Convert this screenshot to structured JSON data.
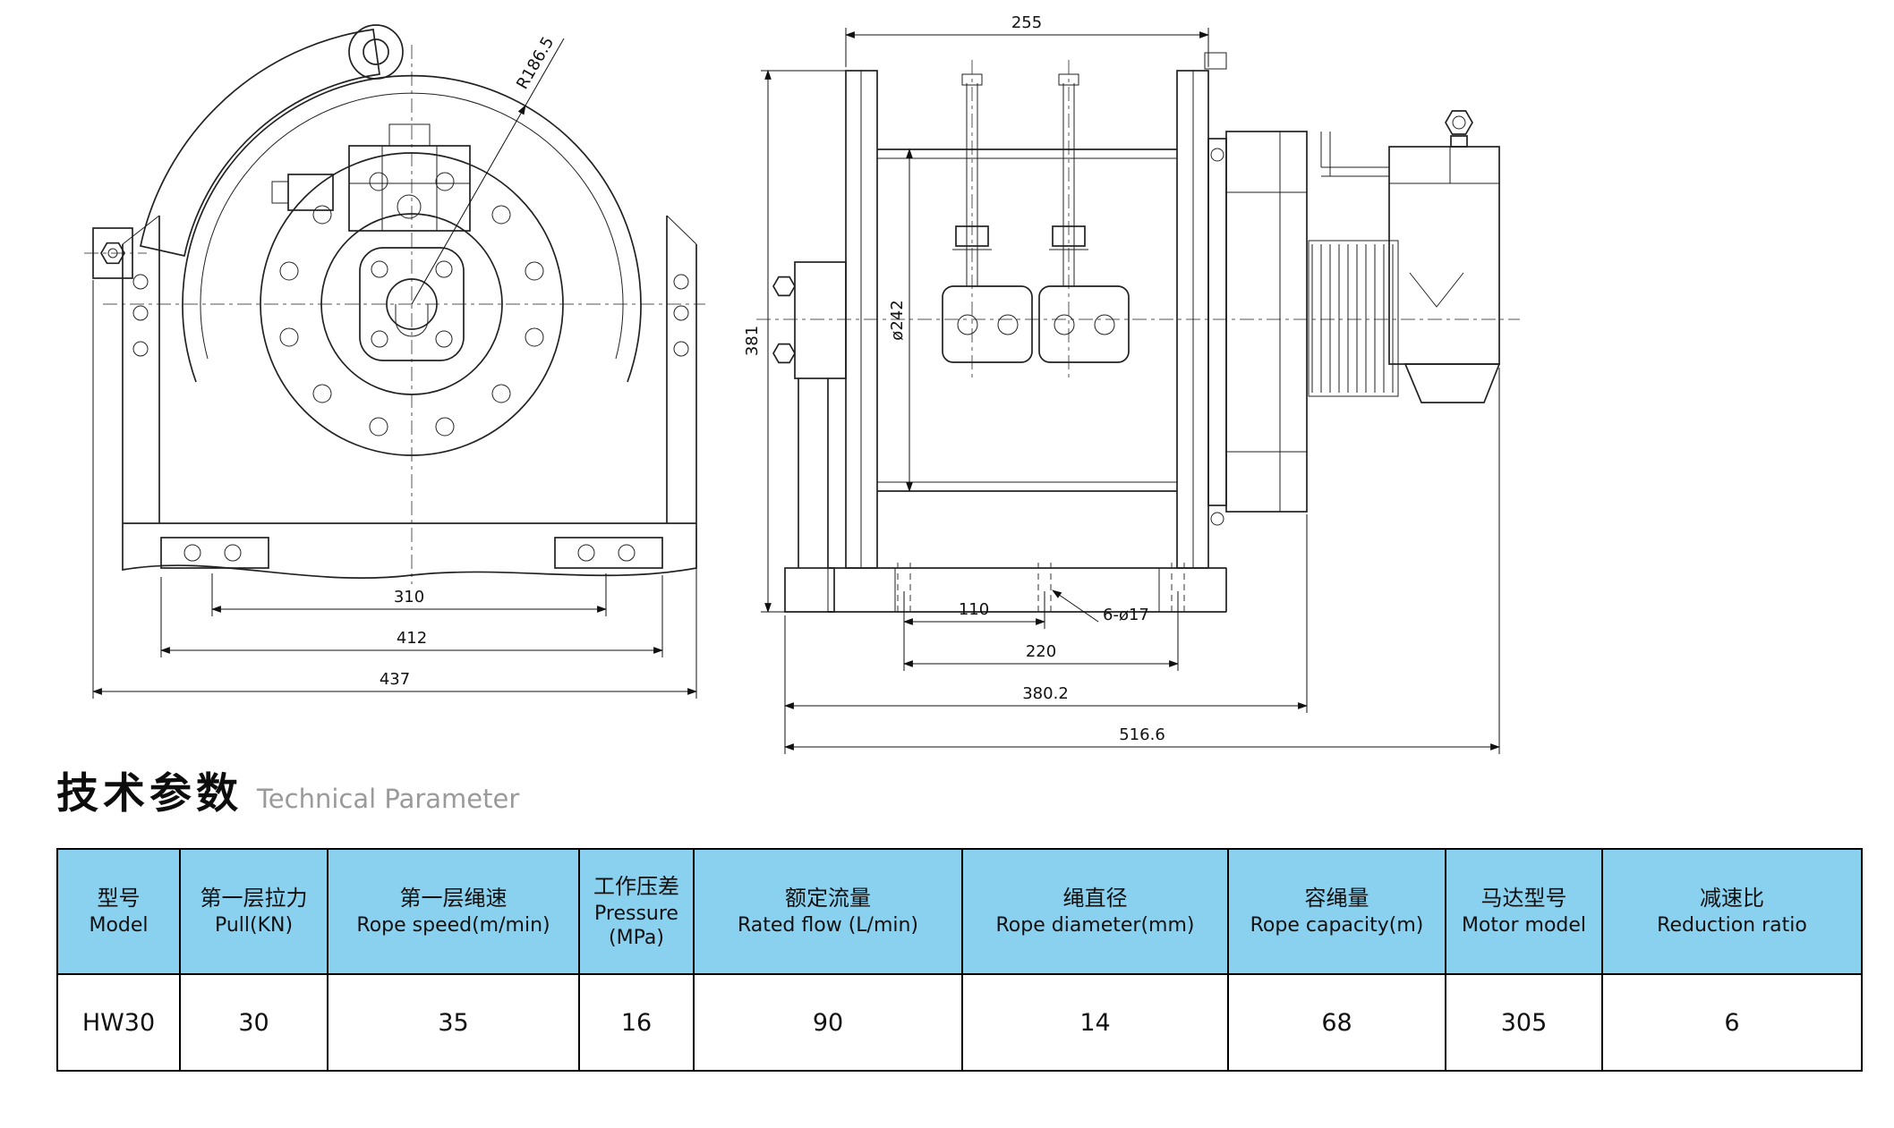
{
  "section_title": {
    "cn": "技术参数",
    "en": "Technical Parameter"
  },
  "drawing": {
    "front_view": {
      "radius": "R186.5",
      "feet_span": "310",
      "base_span": "412",
      "overall_width": "437"
    },
    "side_view": {
      "drum_width": "255",
      "overall_height": "381",
      "barrel_diameter": "ø242",
      "hole_pitch": "110",
      "hole_span": "220",
      "mount_holes": "6-ø17",
      "body_length": "380.2",
      "overall_length": "516.6"
    }
  },
  "colors": {
    "table_header_bg": "#8ad1f0",
    "line_color": "#222222"
  },
  "table": {
    "columns": [
      {
        "cn": "型号",
        "en": "Model"
      },
      {
        "cn": "第一层拉力",
        "en": "Pull(KN)"
      },
      {
        "cn": "第一层绳速",
        "en": "Rope speed(m/min)"
      },
      {
        "cn": "工作压差",
        "en": "Pressure (MPa)"
      },
      {
        "cn": "额定流量",
        "en": "Rated flow (L/min)"
      },
      {
        "cn": "绳直径",
        "en": "Rope diameter(mm)"
      },
      {
        "cn": "容绳量",
        "en": "Rope capacity(m)"
      },
      {
        "cn": "马达型号",
        "en": "Motor model"
      },
      {
        "cn": "减速比",
        "en": "Reduction ratio"
      }
    ],
    "rows": [
      [
        "HW30",
        "30",
        "35",
        "16",
        "90",
        "14",
        "68",
        "305",
        "6"
      ]
    ]
  }
}
